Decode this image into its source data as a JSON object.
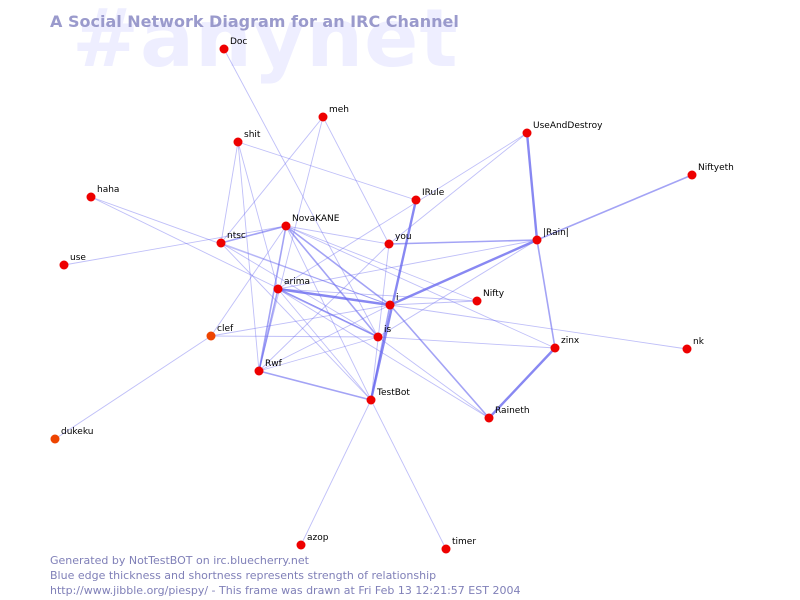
{
  "watermark": "#anynet",
  "title": "A Social Network Diagram for an IRC Channel",
  "footer": {
    "line1": "Generated by NotTestBOT on irc.bluecherry.net",
    "line2": "Blue edge thickness and shortness represents strength of relationship",
    "line3": "http://www.jibble.org/piespy/ - This frame was drawn at Fri Feb 13 12:21:57 EST 2004"
  },
  "colors": {
    "edge": "#6666ee",
    "node": "#ee0000",
    "node_fading": "#ee4400"
  },
  "nodes": [
    {
      "id": "Doc",
      "label": "Doc"
    },
    {
      "id": "meh",
      "label": "meh"
    },
    {
      "id": "shit",
      "label": "shit"
    },
    {
      "id": "UseAndDestroy",
      "label": "UseAndDestroy"
    },
    {
      "id": "Niftyeth",
      "label": "Niftyeth"
    },
    {
      "id": "haha",
      "label": "haha"
    },
    {
      "id": "IRule",
      "label": "IRule"
    },
    {
      "id": "NovaKANE",
      "label": "NovaKANE"
    },
    {
      "id": "ntsc",
      "label": "ntsc"
    },
    {
      "id": "you",
      "label": "you"
    },
    {
      "id": "lRainl",
      "label": "|Rain|"
    },
    {
      "id": "use",
      "label": "use"
    },
    {
      "id": "arima",
      "label": "arima"
    },
    {
      "id": "Nifty",
      "label": "Nifty"
    },
    {
      "id": "i",
      "label": "i"
    },
    {
      "id": "clef",
      "label": "clef",
      "fading": true
    },
    {
      "id": "is",
      "label": "is"
    },
    {
      "id": "zinx",
      "label": "zinx"
    },
    {
      "id": "nk",
      "label": "nk"
    },
    {
      "id": "Rwf",
      "label": "Rwf"
    },
    {
      "id": "TestBot",
      "label": "TestBot"
    },
    {
      "id": "Raineth",
      "label": "Raineth"
    },
    {
      "id": "dukeku",
      "label": "dukeku",
      "fading": true
    },
    {
      "id": "azop",
      "label": "azop"
    },
    {
      "id": "timer",
      "label": "timer"
    }
  ],
  "edges": [
    {
      "from": "Doc",
      "to": "is",
      "weight": 1
    },
    {
      "from": "meh",
      "to": "ntsc",
      "weight": 1
    },
    {
      "from": "meh",
      "to": "Rwf",
      "weight": 1
    },
    {
      "from": "meh",
      "to": "you",
      "weight": 1
    },
    {
      "from": "shit",
      "to": "IRule",
      "weight": 1
    },
    {
      "from": "shit",
      "to": "Rwf",
      "weight": 1
    },
    {
      "from": "shit",
      "to": "arima",
      "weight": 1
    },
    {
      "from": "shit",
      "to": "ntsc",
      "weight": 1
    },
    {
      "from": "UseAndDestroy",
      "to": "lRainl",
      "weight": 3
    },
    {
      "from": "UseAndDestroy",
      "to": "you",
      "weight": 1
    },
    {
      "from": "UseAndDestroy",
      "to": "arima",
      "weight": 1
    },
    {
      "from": "Niftyeth",
      "to": "lRainl",
      "weight": 2
    },
    {
      "from": "haha",
      "to": "i",
      "weight": 1
    },
    {
      "from": "haha",
      "to": "is",
      "weight": 1
    },
    {
      "from": "IRule",
      "to": "TestBot",
      "weight": 3
    },
    {
      "from": "NovaKANE",
      "to": "Rwf",
      "weight": 2
    },
    {
      "from": "NovaKANE",
      "to": "ntsc",
      "weight": 2
    },
    {
      "from": "NovaKANE",
      "to": "is",
      "weight": 2
    },
    {
      "from": "NovaKANE",
      "to": "i",
      "weight": 2
    },
    {
      "from": "NovaKANE",
      "to": "you",
      "weight": 1
    },
    {
      "from": "NovaKANE",
      "to": "Nifty",
      "weight": 1
    },
    {
      "from": "NovaKANE",
      "to": "zinx",
      "weight": 1
    },
    {
      "from": "NovaKANE",
      "to": "TestBot",
      "weight": 1
    },
    {
      "from": "NovaKANE",
      "to": "clef",
      "weight": 1
    },
    {
      "from": "ntsc",
      "to": "is",
      "weight": 1
    },
    {
      "from": "ntsc",
      "to": "TestBot",
      "weight": 1
    },
    {
      "from": "ntsc",
      "to": "i",
      "weight": 1
    },
    {
      "from": "use",
      "to": "NovaKANE",
      "weight": 1
    },
    {
      "from": "you",
      "to": "lRainl",
      "weight": 2
    },
    {
      "from": "you",
      "to": "TestBot",
      "weight": 1
    },
    {
      "from": "you",
      "to": "Rwf",
      "weight": 1
    },
    {
      "from": "lRainl",
      "to": "i",
      "weight": 3
    },
    {
      "from": "lRainl",
      "to": "zinx",
      "weight": 2
    },
    {
      "from": "lRainl",
      "to": "is",
      "weight": 1
    },
    {
      "from": "lRainl",
      "to": "arima",
      "weight": 1
    },
    {
      "from": "arima",
      "to": "i",
      "weight": 3
    },
    {
      "from": "arima",
      "to": "is",
      "weight": 2
    },
    {
      "from": "arima",
      "to": "Rwf",
      "weight": 2
    },
    {
      "from": "arima",
      "to": "Nifty",
      "weight": 1
    },
    {
      "from": "arima",
      "to": "Raineth",
      "weight": 1
    },
    {
      "from": "arima",
      "to": "TestBot",
      "weight": 1
    },
    {
      "from": "i",
      "to": "Raineth",
      "weight": 2
    },
    {
      "from": "i",
      "to": "Nifty",
      "weight": 1
    },
    {
      "from": "i",
      "to": "TestBot",
      "weight": 2
    },
    {
      "from": "i",
      "to": "clef",
      "weight": 1
    },
    {
      "from": "i",
      "to": "Rwf",
      "weight": 1
    },
    {
      "from": "i",
      "to": "nk",
      "weight": 1
    },
    {
      "from": "is",
      "to": "zinx",
      "weight": 1
    },
    {
      "from": "is",
      "to": "Raineth",
      "weight": 1
    },
    {
      "from": "is",
      "to": "Rwf",
      "weight": 1
    },
    {
      "from": "is",
      "to": "clef",
      "weight": 1
    },
    {
      "from": "Rwf",
      "to": "TestBot",
      "weight": 2
    },
    {
      "from": "zinx",
      "to": "Raineth",
      "weight": 3
    },
    {
      "from": "clef",
      "to": "dukeku",
      "weight": 1
    },
    {
      "from": "TestBot",
      "to": "azop",
      "weight": 1
    },
    {
      "from": "TestBot",
      "to": "timer",
      "weight": 1
    }
  ]
}
